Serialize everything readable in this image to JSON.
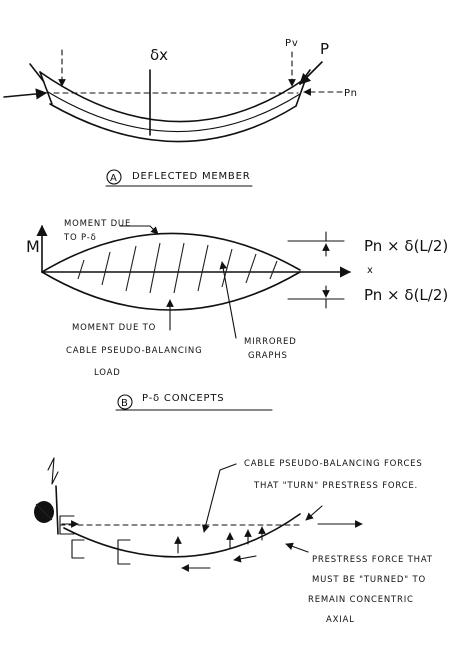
{
  "sketch_a": {
    "delta_label": "δx",
    "pv_label": "Pv",
    "p_label": "P",
    "pn_label": "Pn",
    "caption_letter": "A",
    "caption": "DEFLECTED MEMBER"
  },
  "sketch_b": {
    "m_label": "M",
    "moment_pd_line1": "MOMENT DUE",
    "moment_pd_line2": "TO P-δ",
    "x_label": "x",
    "eq_top": "Pn × δ(L/2)",
    "eq_bottom": "Pn × δ(L/2)",
    "moment_cable_line1": "MOMENT DUE TO",
    "moment_cable_line2": "CABLE PSEUDO-BALANCING",
    "moment_cable_line3": "LOAD",
    "mirrored_line1": "MIRRORED",
    "mirrored_line2": "GRAPHS",
    "caption_letter": "B",
    "caption": "P-δ CONCEPTS"
  },
  "sketch_c": {
    "note_cable_line1": "CABLE PSEUDO-BALANCING FORCES",
    "note_cable_line2": "THAT \"TURN\" PRESTRESS FORCE.",
    "note_pre_line1": "PRESTRESS FORCE THAT",
    "note_pre_line2": "MUST BE \"TURNED\" TO",
    "note_pre_line3": "REMAIN CONCENTRIC",
    "note_pre_line4": "AXIAL"
  }
}
